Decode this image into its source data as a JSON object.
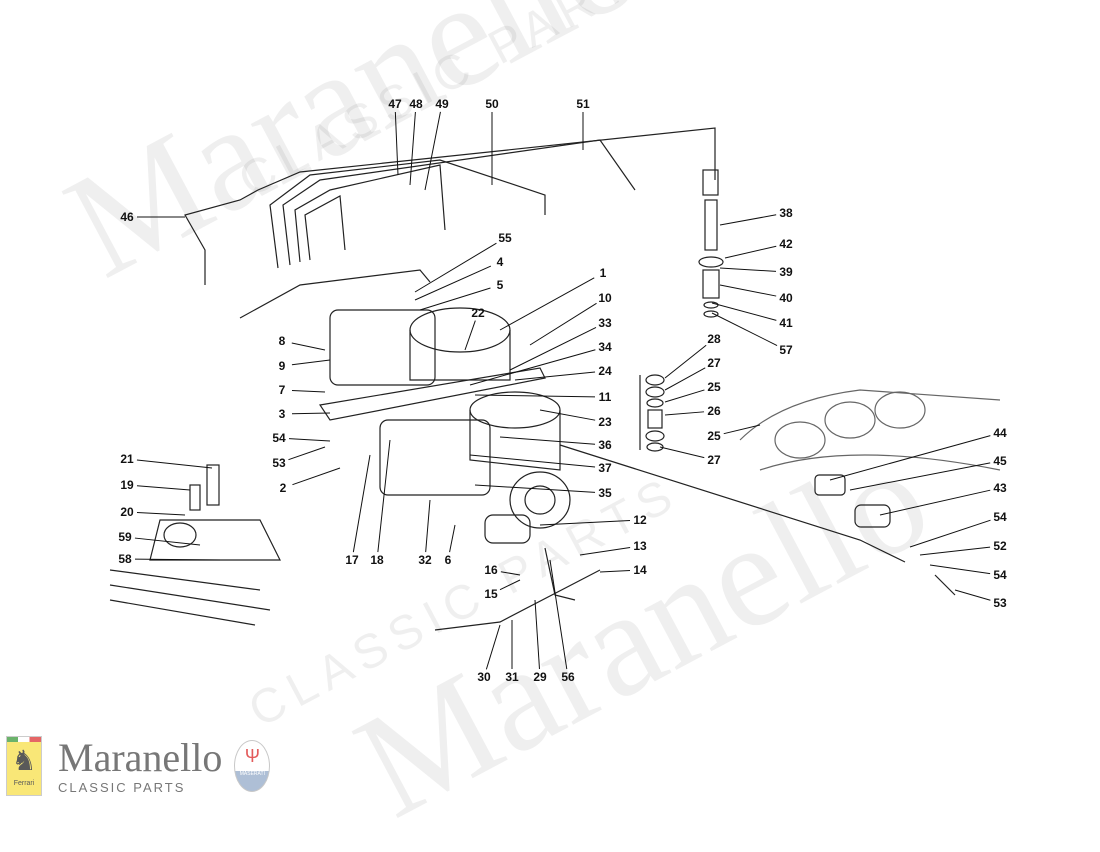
{
  "watermark": {
    "brand": "Maranello",
    "sub": "CLASSIC PARTS"
  },
  "callouts": [
    "47",
    "48",
    "49",
    "50",
    "51",
    "46",
    "55",
    "4",
    "5",
    "1",
    "10",
    "22",
    "33",
    "34",
    "24",
    "11",
    "23",
    "36",
    "37",
    "35",
    "12",
    "13",
    "14",
    "8",
    "9",
    "7",
    "3",
    "54",
    "53",
    "2",
    "21",
    "19",
    "20",
    "59",
    "58",
    "17",
    "18",
    "32",
    "6",
    "16",
    "15",
    "30",
    "31",
    "29",
    "56",
    "38",
    "42",
    "39",
    "40",
    "41",
    "57",
    "28",
    "27",
    "25",
    "26",
    "25",
    "27",
    "44",
    "45",
    "43",
    "54",
    "52",
    "54",
    "53"
  ],
  "logo": {
    "brand": "Maranello",
    "sub": "CLASSIC PARTS",
    "ferrari": "Ferrari",
    "maserati": "MASERATI"
  },
  "colors": {
    "ink": "#111111",
    "watermark": "#000000"
  }
}
